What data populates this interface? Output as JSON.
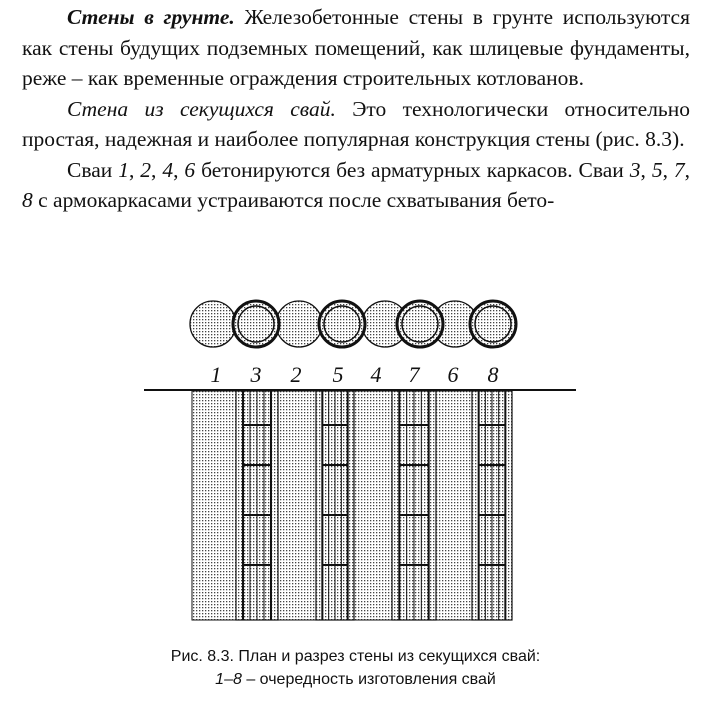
{
  "paragraphs": {
    "p1": {
      "lead": "Стены в грунте.",
      "rest": " Железобетонные стены в грунте используются как стены будущих подземных помещений, как шлицевые фундаменты, реже – как  временные ограждения строительных котлованов."
    },
    "p2": {
      "lead": "Стена из секущихся свай.",
      "rest": " Это технологически относительно простая, надежная и наиболее популярная конструкция стены (рис. 8.3)."
    },
    "p3": {
      "t1": "Сваи ",
      "n1": "1",
      "s1": ", ",
      "n2": "2",
      "s2": ", ",
      "n3": "4",
      "s3": ", ",
      "n4": "6",
      "t2": " бетонируются без арматурных каркасов. Сваи ",
      "n5": "3",
      "s5": ", ",
      "n6": "5",
      "s6": ", ",
      "n7": "7",
      "s7": ", ",
      "n8": "8",
      "t3": " с армокаркасами устраиваются после схватывания бето-"
    }
  },
  "figure": {
    "pile_labels": [
      "1",
      "3",
      "2",
      "5",
      "4",
      "7",
      "6",
      "8"
    ]
  },
  "caption": {
    "line1": "Рис. 8.3. План и разрез стены из секущихся свай:",
    "line2_range": "1–8",
    "line2_rest": " – очередность изготовления свай"
  }
}
